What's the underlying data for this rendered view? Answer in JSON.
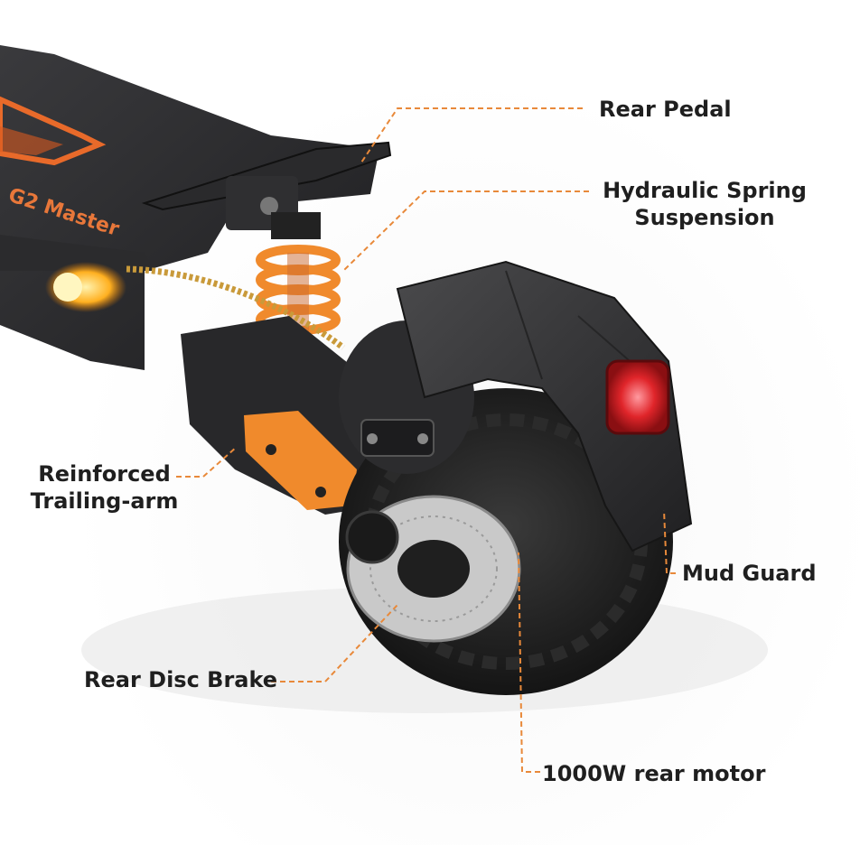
{
  "image": {
    "subject": "scooter-rear-assembly",
    "colors": {
      "accent_orange": "#f08a2c",
      "deck_black": "#2a2a2c",
      "tire": "#1c1c1c",
      "brake_light": "#e0252a",
      "leader_line": "#e8893a",
      "label_text": "#1f1f1f"
    }
  },
  "labels": {
    "rear_pedal": "Rear Pedal",
    "suspension_line1": "Hydraulic Spring",
    "suspension_line2": "Suspension",
    "trailing_arm_line1": "Reinforced",
    "trailing_arm_line2": "Trailing-arm",
    "mud_guard": "Mud Guard",
    "disc_brake": "Rear Disc Brake",
    "motor": "1000W rear motor",
    "deck_branding": "G2 Master"
  }
}
